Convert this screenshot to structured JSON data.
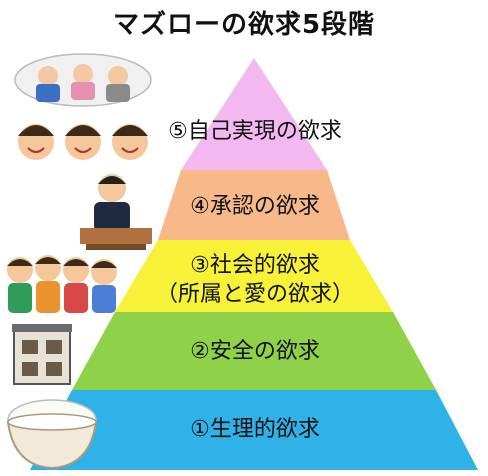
{
  "title": "マズローの欲求5段階",
  "levels": [
    {
      "rank": 5,
      "label": "⑤自己実現の欲求",
      "color": "#f4b8f0"
    },
    {
      "rank": 4,
      "label": "④承認の欲求",
      "color": "#f7b88a"
    },
    {
      "rank": 3,
      "label": "③社会的欲求",
      "sublabel": "（所属と愛の欲求）",
      "color": "#f7f238"
    },
    {
      "rank": 2,
      "label": "②安全の欲求",
      "color": "#8fd24a"
    },
    {
      "rank": 1,
      "label": "①生理的欲求",
      "color": "#2fb2e8"
    }
  ],
  "illustrations": [
    {
      "name": "self-actualization-people-illustration",
      "level": 5
    },
    {
      "name": "recognition-speaker-illustration",
      "level": 4
    },
    {
      "name": "friends-group-illustration",
      "level": 3
    },
    {
      "name": "house-illustration",
      "level": 2
    },
    {
      "name": "rice-bowl-illustration",
      "level": 1
    }
  ]
}
